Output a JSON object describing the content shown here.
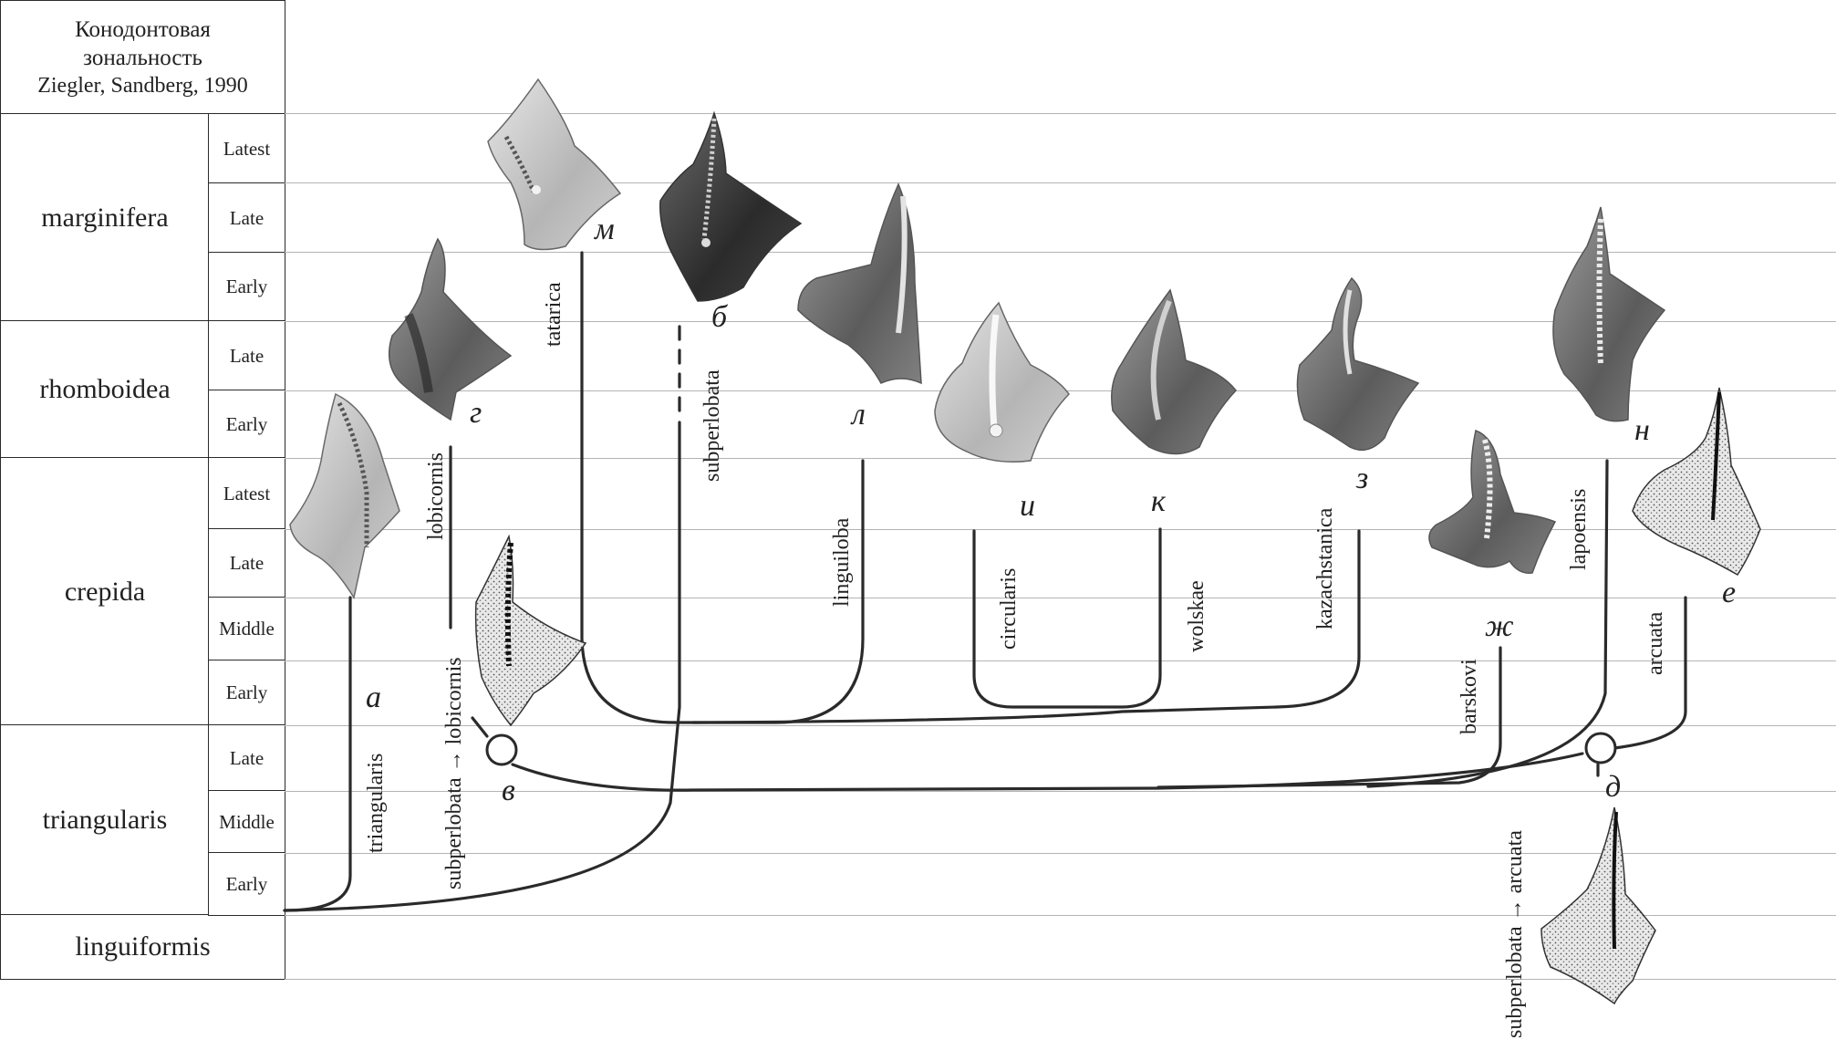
{
  "header": {
    "line1": "Конодонтовая",
    "line2": "зональность",
    "ref": "Ziegler, Sandberg, 1990"
  },
  "zones": [
    {
      "name": "marginifera",
      "subzones": [
        "Latest",
        "Late",
        "Early"
      ]
    },
    {
      "name": "rhomboidea",
      "subzones": [
        "Late",
        "Early"
      ]
    },
    {
      "name": "crepida",
      "subzones": [
        "Latest",
        "Late",
        "Middle",
        "Early"
      ]
    },
    {
      "name": "triangularis",
      "subzones": [
        "Late",
        "Middle",
        "Early"
      ]
    },
    {
      "name": "linguiformis",
      "subzones": []
    }
  ],
  "taxa": [
    {
      "id": "a",
      "letter": "а",
      "name": "triangularis"
    },
    {
      "id": "b",
      "letter": "б",
      "name": "subperlobata"
    },
    {
      "id": "v",
      "letter": "в",
      "name": "subperlobata → lobicornis"
    },
    {
      "id": "g",
      "letter": "г",
      "name": "lobicornis"
    },
    {
      "id": "d",
      "letter": "д",
      "name": "subperlobata → arcuata"
    },
    {
      "id": "e",
      "letter": "е",
      "name": "arcuata"
    },
    {
      "id": "zh",
      "letter": "ж",
      "name": "barskovi"
    },
    {
      "id": "z",
      "letter": "з",
      "name": "kazachstanica"
    },
    {
      "id": "i",
      "letter": "и",
      "name": "circularis"
    },
    {
      "id": "k",
      "letter": "к",
      "name": "wolskae"
    },
    {
      "id": "l",
      "letter": "л",
      "name": "linguiloba"
    },
    {
      "id": "m",
      "letter": "м",
      "name": "tatarica"
    },
    {
      "id": "n",
      "letter": "н",
      "name": "lapoensis"
    }
  ],
  "colors": {
    "line": "#2a2a2a",
    "grid": "#b4b4b4",
    "specimen_dark": "#3a3a3a",
    "specimen_mid": "#7a7a7a",
    "specimen_light": "#c9c9c9"
  }
}
